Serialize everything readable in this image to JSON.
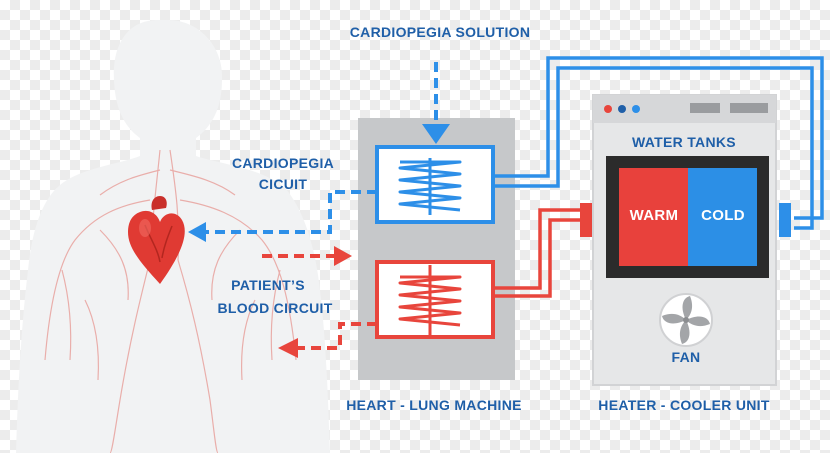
{
  "labels": {
    "cardioplegia_solution": "CARDIOPEGIA SOLUTION",
    "cardioplegia_circuit_line1": "CARDIOPEGIA",
    "cardioplegia_circuit_line2": "CICUIT",
    "patient_blood_line1": "PATIENT’S",
    "patient_blood_line2": "BLOOD CIRCUIT",
    "heart_lung": "HEART - LUNG MACHINE",
    "heater_cooler": "HEATER - COOLER UNIT",
    "water_tanks": "WATER TANKS",
    "warm": "WARM",
    "cold": "COLD",
    "fan": "FAN"
  },
  "icons": [
    "human-body-silhouette-icon",
    "heart-icon",
    "fan-icon",
    "heat-exchanger-coil-icon"
  ],
  "colors": {
    "blue": "#2d8fe8",
    "red": "#e8453c",
    "warm_tank": "#e8413c",
    "cold_tank": "#2c8fe6",
    "label_blue": "#1f5fa8",
    "machine_gray": "#c6c8ca",
    "unit_frame": "#e6e7e8"
  }
}
